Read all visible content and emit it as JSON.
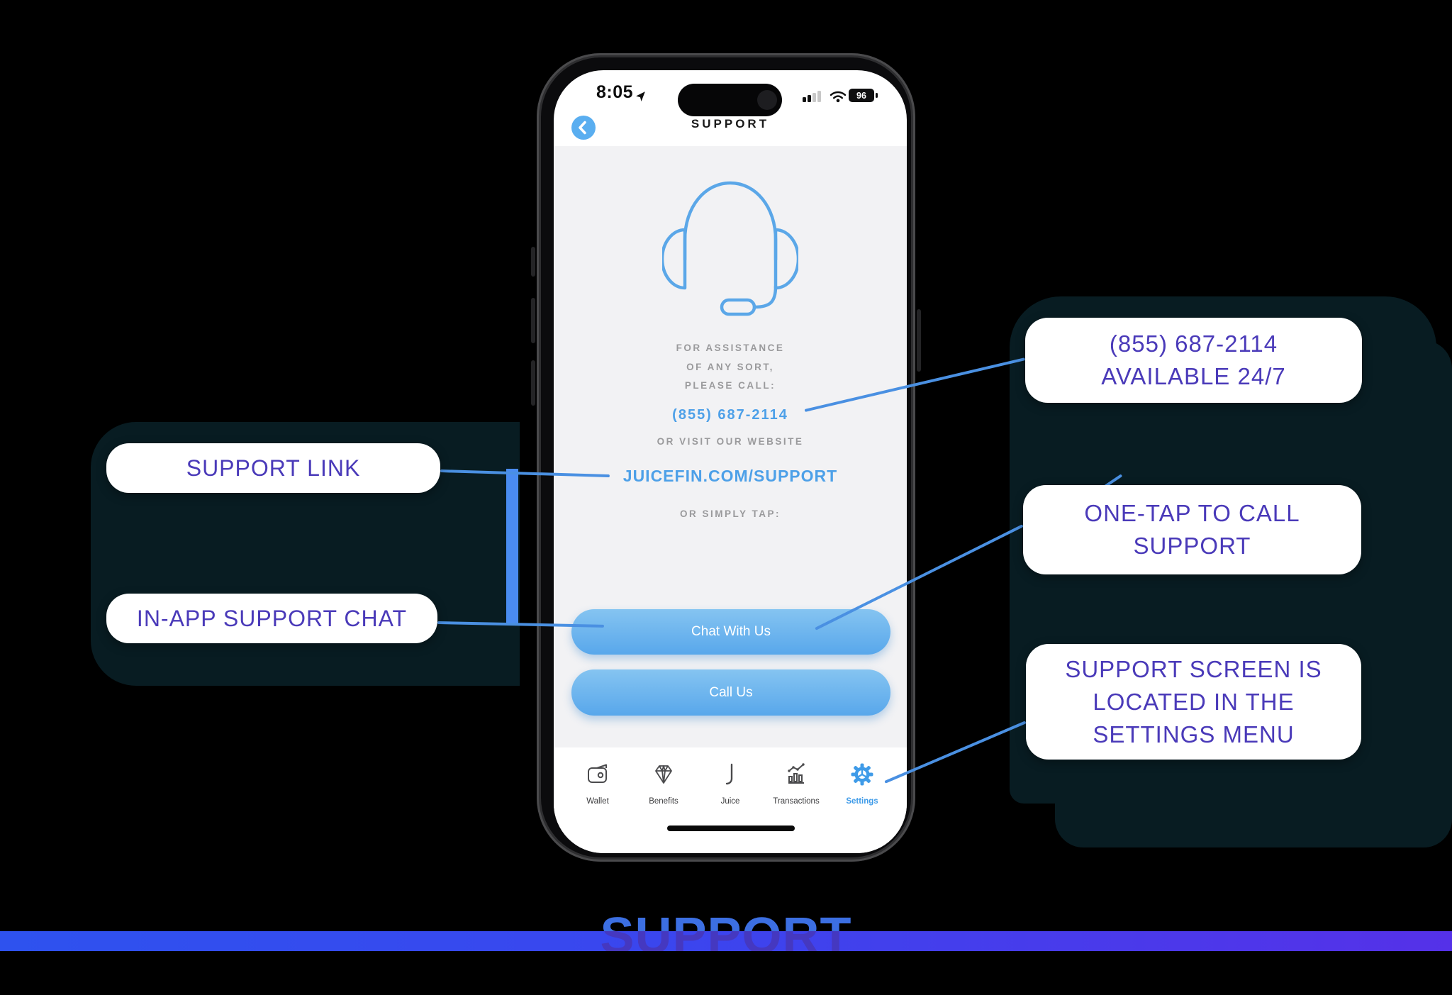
{
  "phone": {
    "status": {
      "time": "8:05",
      "battery": "96"
    },
    "nav": {
      "title": "SUPPORT"
    },
    "support": {
      "assist_lines": "FOR ASSISTANCE\nOF ANY SORT,\nPLEASE CALL:",
      "phone_number": "(855) 687-2114",
      "website_label": "OR VISIT OUR WEBSITE",
      "website": "JUICEFIN.COM/SUPPORT",
      "tap_label": "OR SIMPLY TAP:",
      "chat_button": "Chat With Us",
      "call_button": "Call Us"
    },
    "tabs": [
      {
        "label": "Wallet"
      },
      {
        "label": "Benefits"
      },
      {
        "label": "Juice"
      },
      {
        "label": "Transactions"
      },
      {
        "label": "Settings"
      }
    ],
    "active_tab": "Settings"
  },
  "callouts": {
    "availability": "(855) 687-2114\nAVAILABLE 24/7",
    "support_link": "SUPPORT LINK",
    "chat": "IN-APP SUPPORT CHAT",
    "one_tap": "ONE-TAP TO CALL\nSUPPORT",
    "settings_note": "SUPPORT SCREEN IS\nLOCATED IN THE\nSETTINGS MENU"
  },
  "footer": {
    "title": "SUPPORT"
  },
  "colors": {
    "app_accent_blue": "#4da0e8",
    "callout_text_purple": "#4a3ab9",
    "connector_blue": "#4a90e2",
    "panel_teal": "#081c22",
    "footer_bar_gradient_start": "#2e52ee",
    "footer_bar_gradient_end": "#5531e8"
  }
}
